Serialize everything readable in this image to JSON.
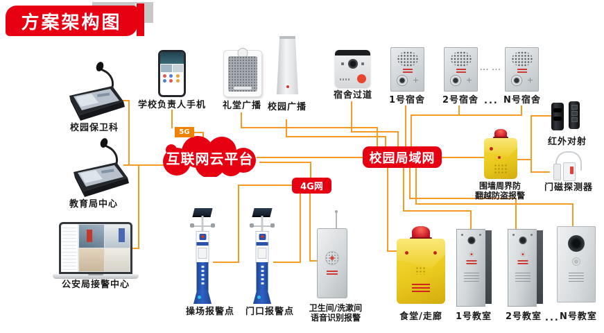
{
  "banner": {
    "title": "方案架构图"
  },
  "hubs": {
    "cloud": "互联网云平台",
    "lan": "校园局域网",
    "badge_5g": "5G",
    "badge_4g": "4G网"
  },
  "nodes": {
    "security_dept": "校园保卫科",
    "edu_bureau": "教育局中心",
    "police_center": "公安局接警中心",
    "principal_phone": "学校负责人手机",
    "hall_broadcast": "礼堂广播",
    "campus_broadcast": "校园广播",
    "dorm_corridor": "宿舍过道",
    "dorm_1": "1号宿舍",
    "dorm_2": "2号宿舍",
    "dorm_ellipsis": "...",
    "dorm_n": "N号宿舍",
    "dorm_panel_ellipsis": "... ...",
    "infrared": "红外对射",
    "door_magnet": "门磁探测器",
    "perimeter_line1": "围墙周界防",
    "perimeter_line2": "翻越防盗报警",
    "playground": "操场报警点",
    "gate": "门口报警点",
    "washroom_line1": "卫生间/洗漱间",
    "washroom_line2": "语音识别报警",
    "canteen": "食堂/走廊",
    "classroom_1": "1号教室",
    "classroom_2": "2号教室",
    "classroom_ellipsis": "...",
    "classroom_n": "N号教室"
  },
  "colors": {
    "accent_red": "#e60012",
    "connector_orange": "#f59a23",
    "badge_orange": "#ef8200",
    "alarm_yellow": "#eac91e",
    "tower_blue": "#2a52a8"
  }
}
